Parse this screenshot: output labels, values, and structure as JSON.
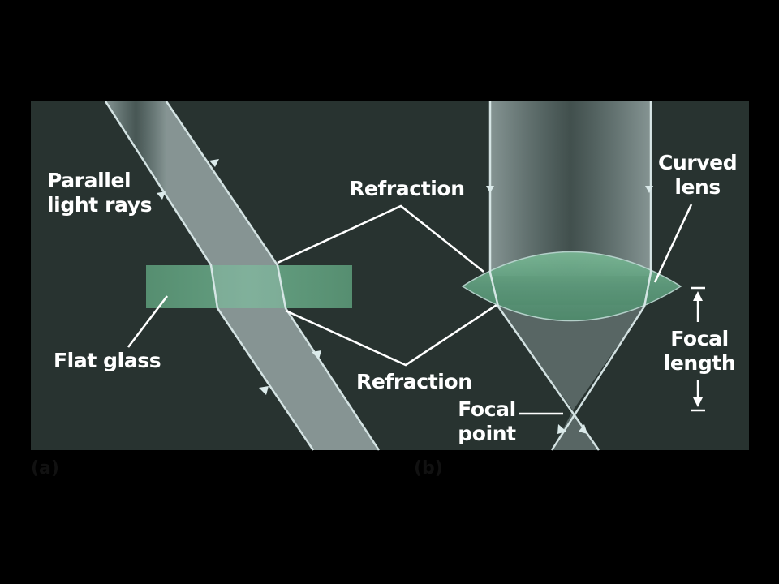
{
  "colors": {
    "background": "#283330",
    "beam": "#b9d2d2",
    "glass": "#5e9a7c",
    "lens": "#67a585",
    "label": "#ffffff",
    "caption": "#111111"
  },
  "panel_a": {
    "caption": "(a)",
    "label_parallel_line1": "Parallel",
    "label_parallel_line2": "light rays",
    "label_flat_glass": "Flat glass",
    "label_refraction_top": "Refraction",
    "label_refraction_bottom": "Refraction"
  },
  "panel_b": {
    "caption": "(b)",
    "label_curved_line1": "Curved",
    "label_curved_line2": "lens",
    "label_focal_length_line1": "Focal",
    "label_focal_length_line2": "length",
    "label_focal_point_line1": "Focal",
    "label_focal_point_line2": "point"
  }
}
